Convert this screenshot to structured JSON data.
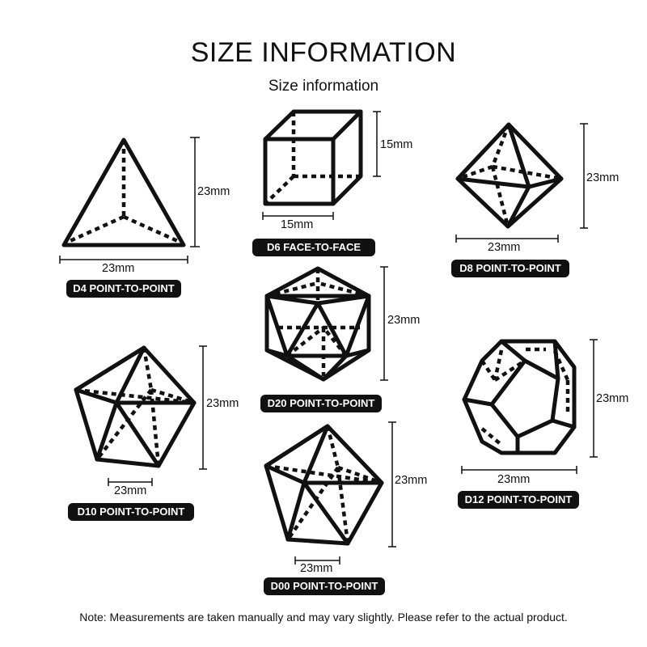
{
  "header": {
    "title": "SIZE INFORMATION",
    "subtitle": "Size information"
  },
  "dice": [
    {
      "id": "d4",
      "label": "D4 POINT-TO-POINT",
      "width": "23mm",
      "height": "23mm"
    },
    {
      "id": "d6",
      "label": "D6 FACE-TO-FACE",
      "width": "15mm",
      "height": "15mm"
    },
    {
      "id": "d8",
      "label": "D8 POINT-TO-POINT",
      "width": "23mm",
      "height": "23mm"
    },
    {
      "id": "d20",
      "label": "D20 POINT-TO-POINT",
      "height": "23mm"
    },
    {
      "id": "d10",
      "label": "D10 POINT-TO-POINT",
      "width": "23mm",
      "height": "23mm"
    },
    {
      "id": "d12",
      "label": "D12 POINT-TO-POINT",
      "width": "23mm",
      "height": "23mm"
    },
    {
      "id": "d00",
      "label": "D00 POINT-TO-POINT",
      "width": "23mm",
      "height": "23mm"
    }
  ],
  "footer": {
    "note": "Note: Measurements are taken manually and may vary slightly. Please refer to the actual product."
  },
  "colors": {
    "ink": "#111111",
    "background": "#ffffff",
    "label_text": "#ffffff"
  }
}
